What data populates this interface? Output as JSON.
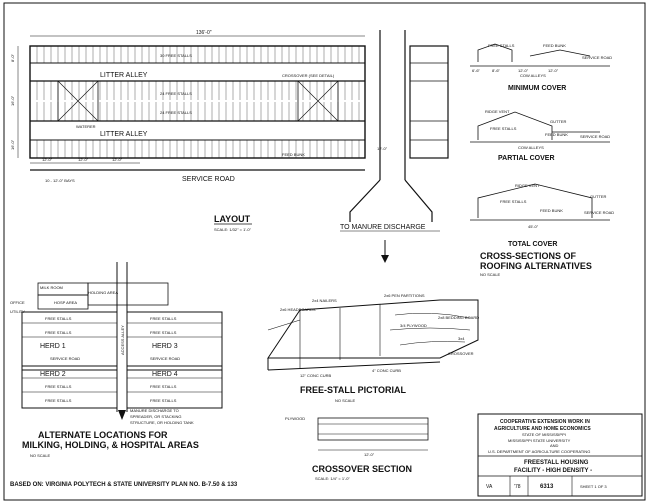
{
  "layout": {
    "overall_dim": "136'-0\"",
    "litter_alley_top": "LITTER ALLEY",
    "litter_alley_bottom": "LITTER ALLEY",
    "free_stalls_1": "30 FREE STALLS",
    "free_stalls_2": "24 FREE STALLS",
    "free_stalls_3": "24 FREE STALLS",
    "crossover": "CROSSOVER (SEE DETAIL)",
    "waterer": "WATERER",
    "feed_bunk": "FEED BUNK",
    "service_road": "SERVICE ROAD",
    "bay_dims": [
      "12'-0\"",
      "12'-0\"",
      "12'-0\""
    ],
    "bays_note": "10 - 12'-0\" BAYS",
    "left_dims": [
      "8'-0\"",
      "16'-0\"",
      "16'-0\""
    ],
    "lane_dim": "12'-0\"",
    "title": "LAYOUT",
    "scale": "SCALE: 1/32\" = 1'-0\"",
    "to_manure": "TO MANURE DISCHARGE"
  },
  "cross_sections": {
    "minimum": {
      "title": "MINIMUM COVER",
      "labels": [
        "FREE STALLS",
        "FEED BUNK",
        "SERVICE ROAD",
        "COW ALLEYS"
      ],
      "dims": [
        "6'-6\"",
        "8'-6\"",
        "12'-0\"",
        "12'-0\""
      ]
    },
    "partial": {
      "title": "PARTIAL COVER",
      "labels": [
        "RIDGE VENT",
        "GUTTER",
        "FREE STALLS",
        "FEED BUNK",
        "SERVICE ROAD",
        "COW ALLEYS"
      ]
    },
    "total": {
      "title": "TOTAL COVER",
      "labels": [
        "RIDGE VENT",
        "GUTTER",
        "FREE STALLS",
        "FEED BUNK",
        "SERVICE ROAD"
      ],
      "dim": "45'-0\""
    },
    "heading_line1": "CROSS-SECTIONS OF",
    "heading_line2": "ROOFING ALTERNATIVES",
    "no_scale": "NO SCALE"
  },
  "alternate": {
    "milk_room": "MILK ROOM",
    "holding_area": "HOLDING AREA",
    "hosp_area": "HOSP AREA",
    "office": "OFFICE",
    "utility": "UTILITY",
    "access_alley": "ACCESS ALLEY",
    "free_stalls": "FREE STALLS",
    "herd1": "HERD 1",
    "herd2": "HERD 2",
    "herd3": "HERD 3",
    "herd4": "HERD 4",
    "service_road": "SERVICE ROAD",
    "manure_note_1": "MANURE DISCHARGE TO",
    "manure_note_2": "SPREADER, OR STACKING",
    "manure_note_3": "STRUCTURE, OR HOLDING TANK",
    "title_1": "ALTERNATE LOCATIONS FOR",
    "title_2": "MILKING, HOLDING, & HOSPITAL AREAS",
    "no_scale": "NO SCALE"
  },
  "pictorial": {
    "nailers": "2x4 NAILERS",
    "partitions": "2x6 PEN PARTITIONS",
    "headboards": "2x6 HEADBOARDS",
    "bedding_board": "2x8 BEDDING BOARD",
    "plywood": "3/4 PLYWOOD",
    "conc_curb_1": "4\" CONC CURB",
    "conc_curb_2": "12\" CONC CURB",
    "crossover": "CROSSOVER",
    "three_x4": "3x4",
    "title": "FREE-STALL PICTORIAL",
    "no_scale": "NO SCALE"
  },
  "crossover_section": {
    "plywood": "PLYWOOD",
    "dim": "12'-0\"",
    "title": "CROSSOVER SECTION",
    "scale": "SCALE: 1/4\" = 1'-0\""
  },
  "footer": {
    "based_on": "BASED ON: VIRGINIA POLYTECH & STATE UNIVERSITY PLAN NO. B-7.50 & 133"
  },
  "title_block": {
    "line1": "COOPERATIVE EXTENSION WORK IN",
    "line2": "AGRICULTURE AND HOME ECONOMICS",
    "line3": "STATE OF MISSISSIPPI",
    "line4": "MISSISSIPPI STATE UNIVERSITY",
    "line5": "AND",
    "line6": "U.S. DEPARTMENT OF AGRICULTURE COOPERATING",
    "drawing_title_1": "FREESTALL HOUSING",
    "drawing_title_2": "FACILITY - HIGH DENSITY -",
    "state": "VA",
    "year": "'78",
    "plan_no": "6313",
    "sheet": "SHEET 1 OF 3"
  }
}
